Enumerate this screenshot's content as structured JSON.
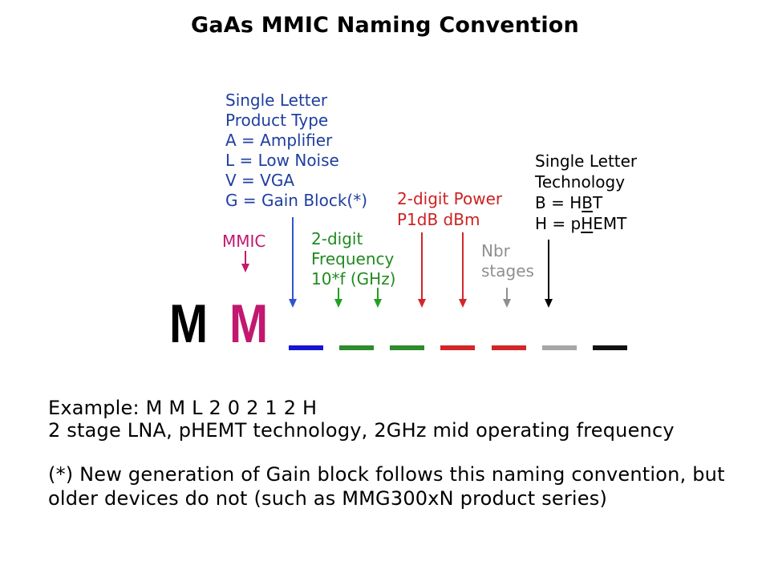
{
  "title": "GaAs MMIC Naming Convention",
  "labels": {
    "product_type": {
      "color": "#1f3f9f",
      "lines": [
        "Single Letter",
        "Product Type",
        "A = Amplifier",
        "L = Low Noise",
        "V = VGA",
        "G = Gain Block(*)"
      ]
    },
    "mmic": {
      "color": "#c2186f",
      "text": "MMIC"
    },
    "frequency": {
      "color": "#218a21",
      "lines": [
        "2-digit",
        "Frequency",
        "10*f (GHz)"
      ]
    },
    "power": {
      "color": "#cc2222",
      "lines": [
        "2-digit Power",
        "P1dB dBm"
      ]
    },
    "stages": {
      "color": "#8f8f8f",
      "lines": [
        "Nbr",
        "stages"
      ]
    },
    "technology": {
      "color": "#000000",
      "lines": [
        "Single Letter",
        "Technology"
      ],
      "b_pre": "B = H",
      "b_underlined": "B",
      "b_post": "T",
      "h_pre": "H = p",
      "h_underlined": "H",
      "h_post": "EMT"
    }
  },
  "part_number": {
    "letter1": "M",
    "letter1_color": "#000000",
    "letter2": "M",
    "letter2_color": "#c2186f"
  },
  "blanks": [
    "#1616cf",
    "#2e8b2e",
    "#2e8b2e",
    "#d32629",
    "#d32629",
    "#a6a6a6",
    "#111111"
  ],
  "arrows": {
    "mmic": "#c2186f",
    "product_type": "#3355cb",
    "frequency": "#22a022",
    "power": "#d32629",
    "stages": "#8f8f8f",
    "technology": "#000000"
  },
  "example": {
    "line1": "Example: M M L 2 0 2 1 2 H",
    "line2": "2 stage LNA, pHEMT technology, 2GHz mid operating frequency"
  },
  "footnote": {
    "line1": "(*) New generation of Gain block follows this naming convention, but",
    "line2": "older devices do not (such as MMG300xN product series)"
  }
}
